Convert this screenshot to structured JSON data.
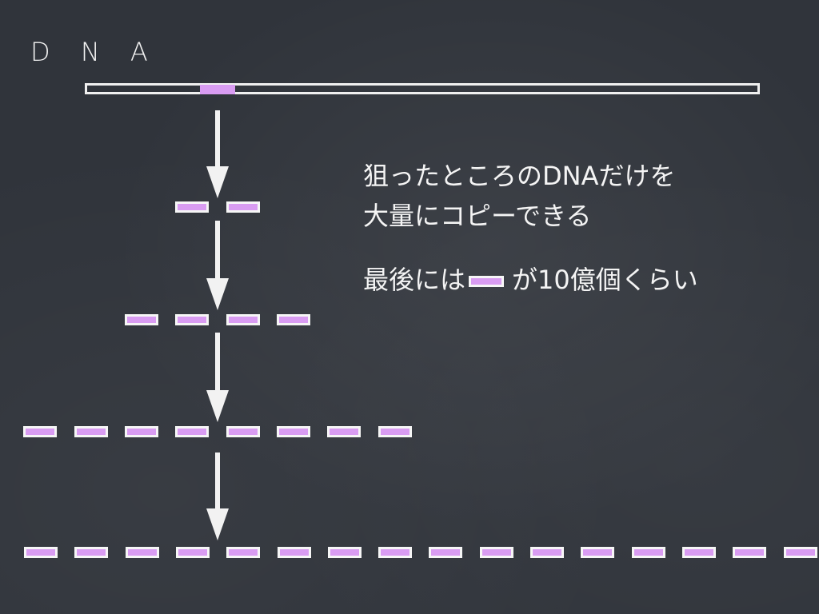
{
  "slide": {
    "dna_label": "D N A",
    "note_line1": "狙ったところのDNAだけを",
    "note_line2": "大量にコピーできる",
    "note_line3_prefix": "最後には",
    "note_line3_suffix": "が10億個くらい"
  },
  "rows": [
    {
      "copies": 2
    },
    {
      "copies": 4
    },
    {
      "copies": 8
    },
    {
      "copies": 16
    }
  ],
  "colors": {
    "background": "#30343b",
    "chalk": "#f2f2f2",
    "segment_fill": "#d99cf2"
  }
}
